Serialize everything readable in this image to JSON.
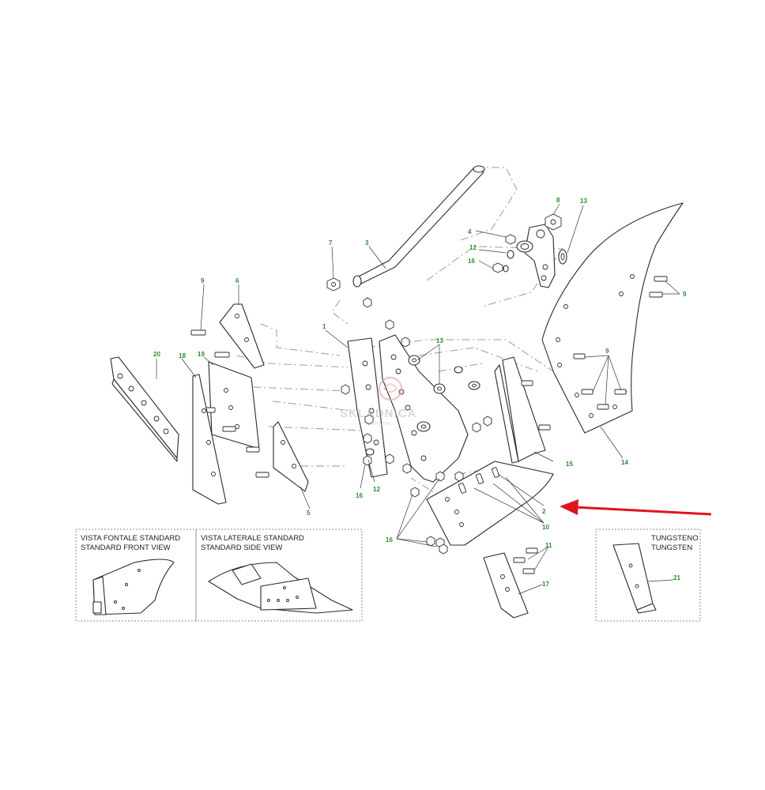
{
  "diagram": {
    "callouts": [
      "1",
      "2",
      "3",
      "4",
      "5",
      "6",
      "7",
      "8",
      "9",
      "10",
      "11",
      "12",
      "13",
      "14",
      "15",
      "16",
      "17",
      "18",
      "19",
      "20",
      "21"
    ],
    "labels": {
      "p1": "1",
      "p2": "2",
      "p3": "3",
      "p4": "4",
      "p5": "5",
      "p6": "6",
      "p7": "7",
      "p8": "8",
      "p9a": "9",
      "p9b": "9",
      "p9c": "9",
      "p10": "10",
      "p11": "11",
      "p12a": "12",
      "p12b": "12",
      "p13a": "13",
      "p13b": "13",
      "p14": "14",
      "p15": "15",
      "p16a": "16",
      "p16b": "16",
      "p16c": "16",
      "p17": "17",
      "p18": "18",
      "p19": "19",
      "p20": "20",
      "p21": "21"
    }
  },
  "insets": {
    "front": {
      "line1": "VISTA FONTALE STANDARD",
      "line2": "STANDARD FRONT VIEW"
    },
    "side": {
      "line1": "VISTA LATERALE STANDARD",
      "line2": "STANDARD SIDE VIEW"
    },
    "tungsten": {
      "line1": "TUNGSTENO",
      "line2": "TUNGSTEN"
    }
  },
  "watermark": {
    "brand": "SKLADNICA",
    "sub": "ZABROWSKI"
  },
  "colors": {
    "callout": "#2e8b2e",
    "arrow": "#e0141b",
    "line": "#2b2b2b"
  }
}
